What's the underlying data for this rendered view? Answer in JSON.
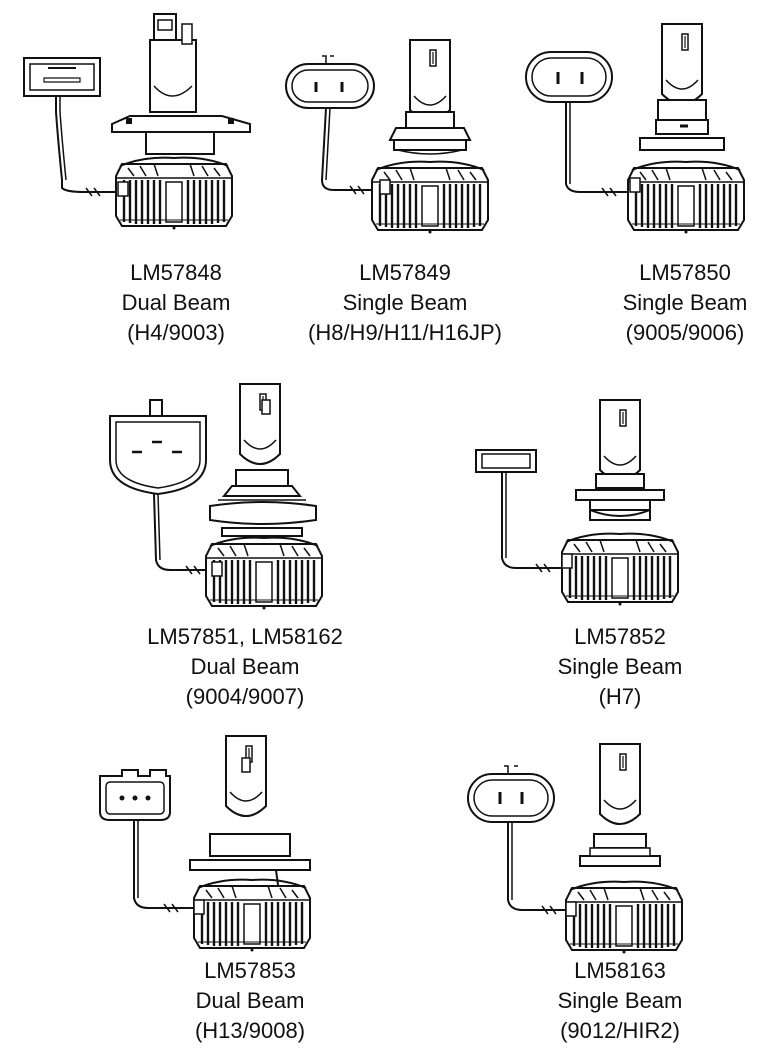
{
  "products": [
    {
      "model": "LM57848",
      "beam": "Dual Beam",
      "fitment": "(H4/9003)",
      "connector_icon": "rect-flat-connector-icon",
      "bulb_icon": "h4-led-bulb-icon"
    },
    {
      "model": "LM57849",
      "beam": "Single Beam",
      "fitment": "(H8/H9/H11/H16JP)",
      "connector_icon": "rounded-2pin-connector-icon",
      "bulb_icon": "h11-led-bulb-icon"
    },
    {
      "model": "LM57850",
      "beam": "Single Beam",
      "fitment": "(9005/9006)",
      "connector_icon": "oval-2pin-connector-icon",
      "bulb_icon": "9005-led-bulb-icon"
    },
    {
      "model": "LM57851, LM58162",
      "beam": "Dual Beam",
      "fitment": "(9004/9007)",
      "connector_icon": "shield-3pin-connector-icon",
      "bulb_icon": "9004-led-bulb-icon"
    },
    {
      "model": "LM57852",
      "beam": "Single Beam",
      "fitment": "(H7)",
      "connector_icon": "small-flat-connector-icon",
      "bulb_icon": "h7-led-bulb-icon"
    },
    {
      "model": "LM57853",
      "beam": "Dual Beam",
      "fitment": "(H13/9008)",
      "connector_icon": "square-3pin-connector-icon",
      "bulb_icon": "h13-led-bulb-icon"
    },
    {
      "model": "LM58163",
      "beam": "Single Beam",
      "fitment": "(9012/HIR2)",
      "connector_icon": "rounded-2pin-connector-icon",
      "bulb_icon": "9012-led-bulb-icon"
    }
  ]
}
